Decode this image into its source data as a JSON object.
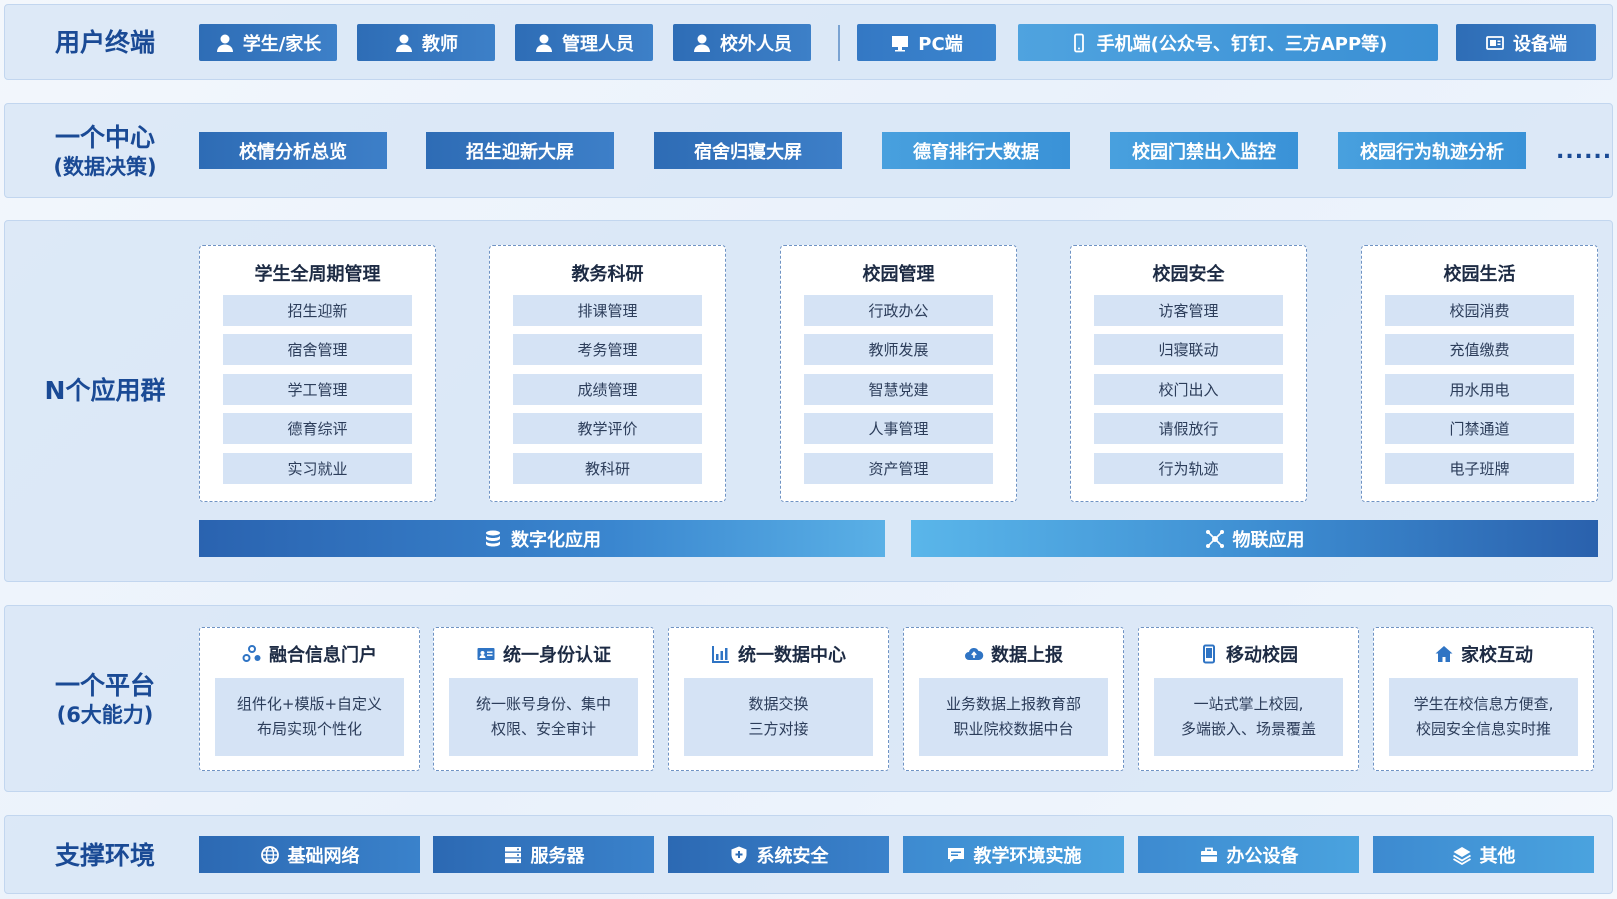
{
  "layers": {
    "terminals": {
      "title": "用户终端",
      "items": [
        {
          "label": "学生/家长",
          "icon": "user-icon"
        },
        {
          "label": "教师",
          "icon": "user-icon"
        },
        {
          "label": "管理人员",
          "icon": "user-icon"
        },
        {
          "label": "校外人员",
          "icon": "user-icon"
        },
        {
          "label": "PC端",
          "icon": "monitor-icon"
        },
        {
          "label": "手机端(公众号、钉钉、三方APP等)",
          "icon": "phone-icon"
        },
        {
          "label": "设备端",
          "icon": "device-icon"
        }
      ]
    },
    "center": {
      "title": "一个中心",
      "subtitle": "(数据决策)",
      "items": [
        "校情分析总览",
        "招生迎新大屏",
        "宿舍归寝大屏",
        "德育排行大数据",
        "校园门禁出入监控",
        "校园行为轨迹分析"
      ],
      "more": "......"
    },
    "apps": {
      "title": "N个应用群",
      "groups": [
        {
          "title": "学生全周期管理",
          "items": [
            "招生迎新",
            "宿舍管理",
            "学工管理",
            "德育综评",
            "实习就业"
          ]
        },
        {
          "title": "教务科研",
          "items": [
            "排课管理",
            "考务管理",
            "成绩管理",
            "教学评价",
            "教科研"
          ]
        },
        {
          "title": "校园管理",
          "items": [
            "行政办公",
            "教师发展",
            "智慧党建",
            "人事管理",
            "资产管理"
          ]
        },
        {
          "title": "校园安全",
          "items": [
            "访客管理",
            "归寝联动",
            "校门出入",
            "请假放行",
            "行为轨迹"
          ]
        },
        {
          "title": "校园生活",
          "items": [
            "校园消费",
            "充值缴费",
            "用水用电",
            "门禁通道",
            "电子班牌"
          ]
        }
      ],
      "bars": [
        {
          "label": "数字化应用",
          "icon": "database-icon"
        },
        {
          "label": "物联应用",
          "icon": "network-icon"
        }
      ]
    },
    "platform": {
      "title": "一个平台",
      "subtitle": "(6大能力)",
      "caps": [
        {
          "title": "融合信息门户",
          "icon": "portal-icon",
          "desc": [
            "组件化+模版+自定义",
            "布局实现个性化"
          ]
        },
        {
          "title": "统一身份认证",
          "icon": "id-card-icon",
          "desc": [
            "统一账号身份、集中",
            "权限、安全审计"
          ]
        },
        {
          "title": "统一数据中心",
          "icon": "chart-icon",
          "desc": [
            "数据交换",
            "三方对接"
          ]
        },
        {
          "title": "数据上报",
          "icon": "cloud-upload-icon",
          "desc": [
            "业务数据上报教育部",
            "职业院校数据中台"
          ]
        },
        {
          "title": "移动校园",
          "icon": "mobile-icon",
          "desc": [
            "一站式掌上校园,",
            "多端嵌入、场景覆盖"
          ]
        },
        {
          "title": "家校互动",
          "icon": "home-icon",
          "desc": [
            "学生在校信息方便查,",
            "校园安全信息实时推"
          ]
        }
      ]
    },
    "support": {
      "title": "支撑环境",
      "items": [
        {
          "label": "基础网络",
          "icon": "globe-icon"
        },
        {
          "label": "服务器",
          "icon": "server-icon"
        },
        {
          "label": "系统安全",
          "icon": "shield-icon"
        },
        {
          "label": "教学环境实施",
          "icon": "chat-icon"
        },
        {
          "label": "办公设备",
          "icon": "briefcase-icon"
        },
        {
          "label": "其他",
          "icon": "layers-icon"
        }
      ]
    }
  },
  "colors": {
    "title_blue": "#1a4a95",
    "dark_btn": "#2e6db6",
    "light_btn": "#4aa3df",
    "item_bg": "#d5e3f5",
    "layer_bg": "#d6e4f6"
  }
}
